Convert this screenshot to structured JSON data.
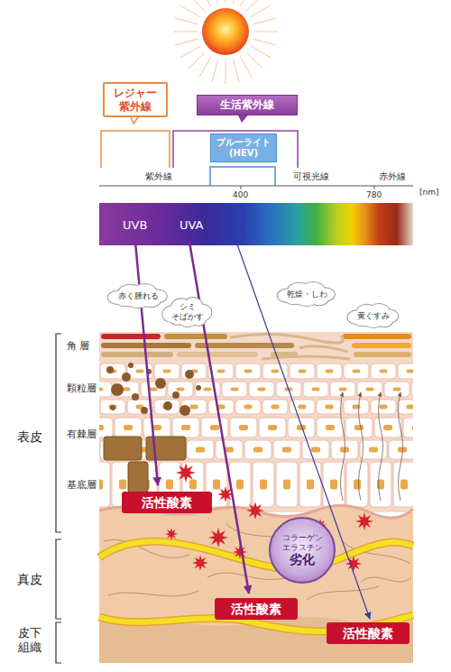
{
  "diagram": {
    "nodes": [
      {
        "text": [
          "レジャー 紫外線"
        ]
      },
      {
        "text": [
          "生活紫外線"
        ]
      },
      {
        "text": [
          "ブルーライト (HEV)"
        ]
      },
      {
        "text": [
          "赤く腫れる"
        ]
      },
      {
        "text": [
          "シミ そばかす"
        ]
      },
      {
        "text": [
          "乾燥・しわ"
        ]
      },
      {
        "text": [
          "黄ぐすみ"
        ]
      },
      {
        "text": [
          "活性酸素"
        ]
      },
      {
        "text": [
          "コラーゲン エラスチン",
          "劣化"
        ]
      },
      {
        "text": [
          "活性酸素"
        ]
      },
      {
        "text": [
          "活性酸素"
        ]
      }
    ],
    "labels": [
      "紫外線",
      "可視光線",
      "赤外線",
      "400",
      "780",
      "[nm]",
      "UVB",
      "UVA",
      "角 層",
      "顆粒層",
      "有棘層",
      "基底層",
      "表皮",
      "真皮",
      "皮下組織"
    ]
  }
}
